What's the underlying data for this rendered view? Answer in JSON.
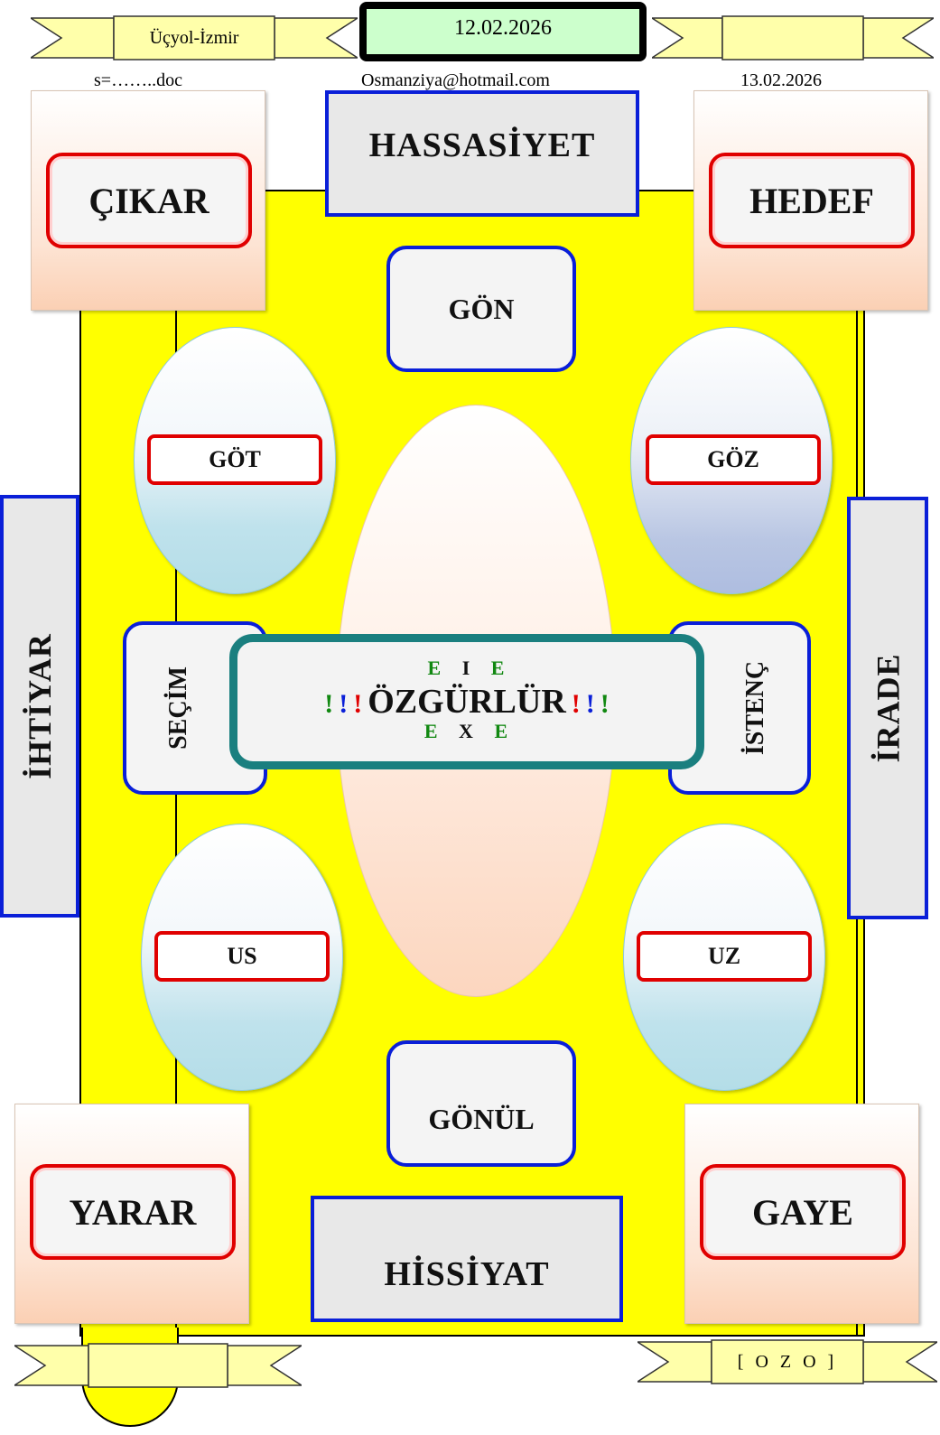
{
  "header": {
    "left_ribbon_text": "Üçyol-İzmir",
    "date_box": "12.02.2026",
    "right_ribbon_text": "",
    "doc_text": "s=……..doc",
    "email": "Osmanziya@hotmail.com",
    "date_right": "13.02.2026"
  },
  "footer": {
    "left_ribbon_text": "",
    "right_ribbon_text": "[ O Z O ]"
  },
  "corners": {
    "top_left": "ÇIKAR",
    "top_right": "HEDEF",
    "bottom_left": "YARAR",
    "bottom_right": "GAYE"
  },
  "top_box": "HASSASİYET",
  "bottom_box": "HİSSİYAT",
  "side_left": "İHTİYAR",
  "side_right": "İRADE",
  "gon": "GÖN",
  "gonul": "GÖNÜL",
  "ovals": {
    "top_left": "GÖT",
    "top_right": "GÖZ",
    "bottom_left": "US",
    "bottom_right": "UZ"
  },
  "secim": "SEÇİM",
  "istenc": "İSTENÇ",
  "center": {
    "top_letters": [
      "E",
      "I",
      "E"
    ],
    "main": "ÖZGÜRLÜR",
    "bottom_letters": [
      "E",
      "X",
      "E"
    ],
    "exclaim": "!",
    "colors": {
      "green": "#118811",
      "blue": "#0a1fd8",
      "red": "#e00000",
      "black": "#111111"
    }
  }
}
